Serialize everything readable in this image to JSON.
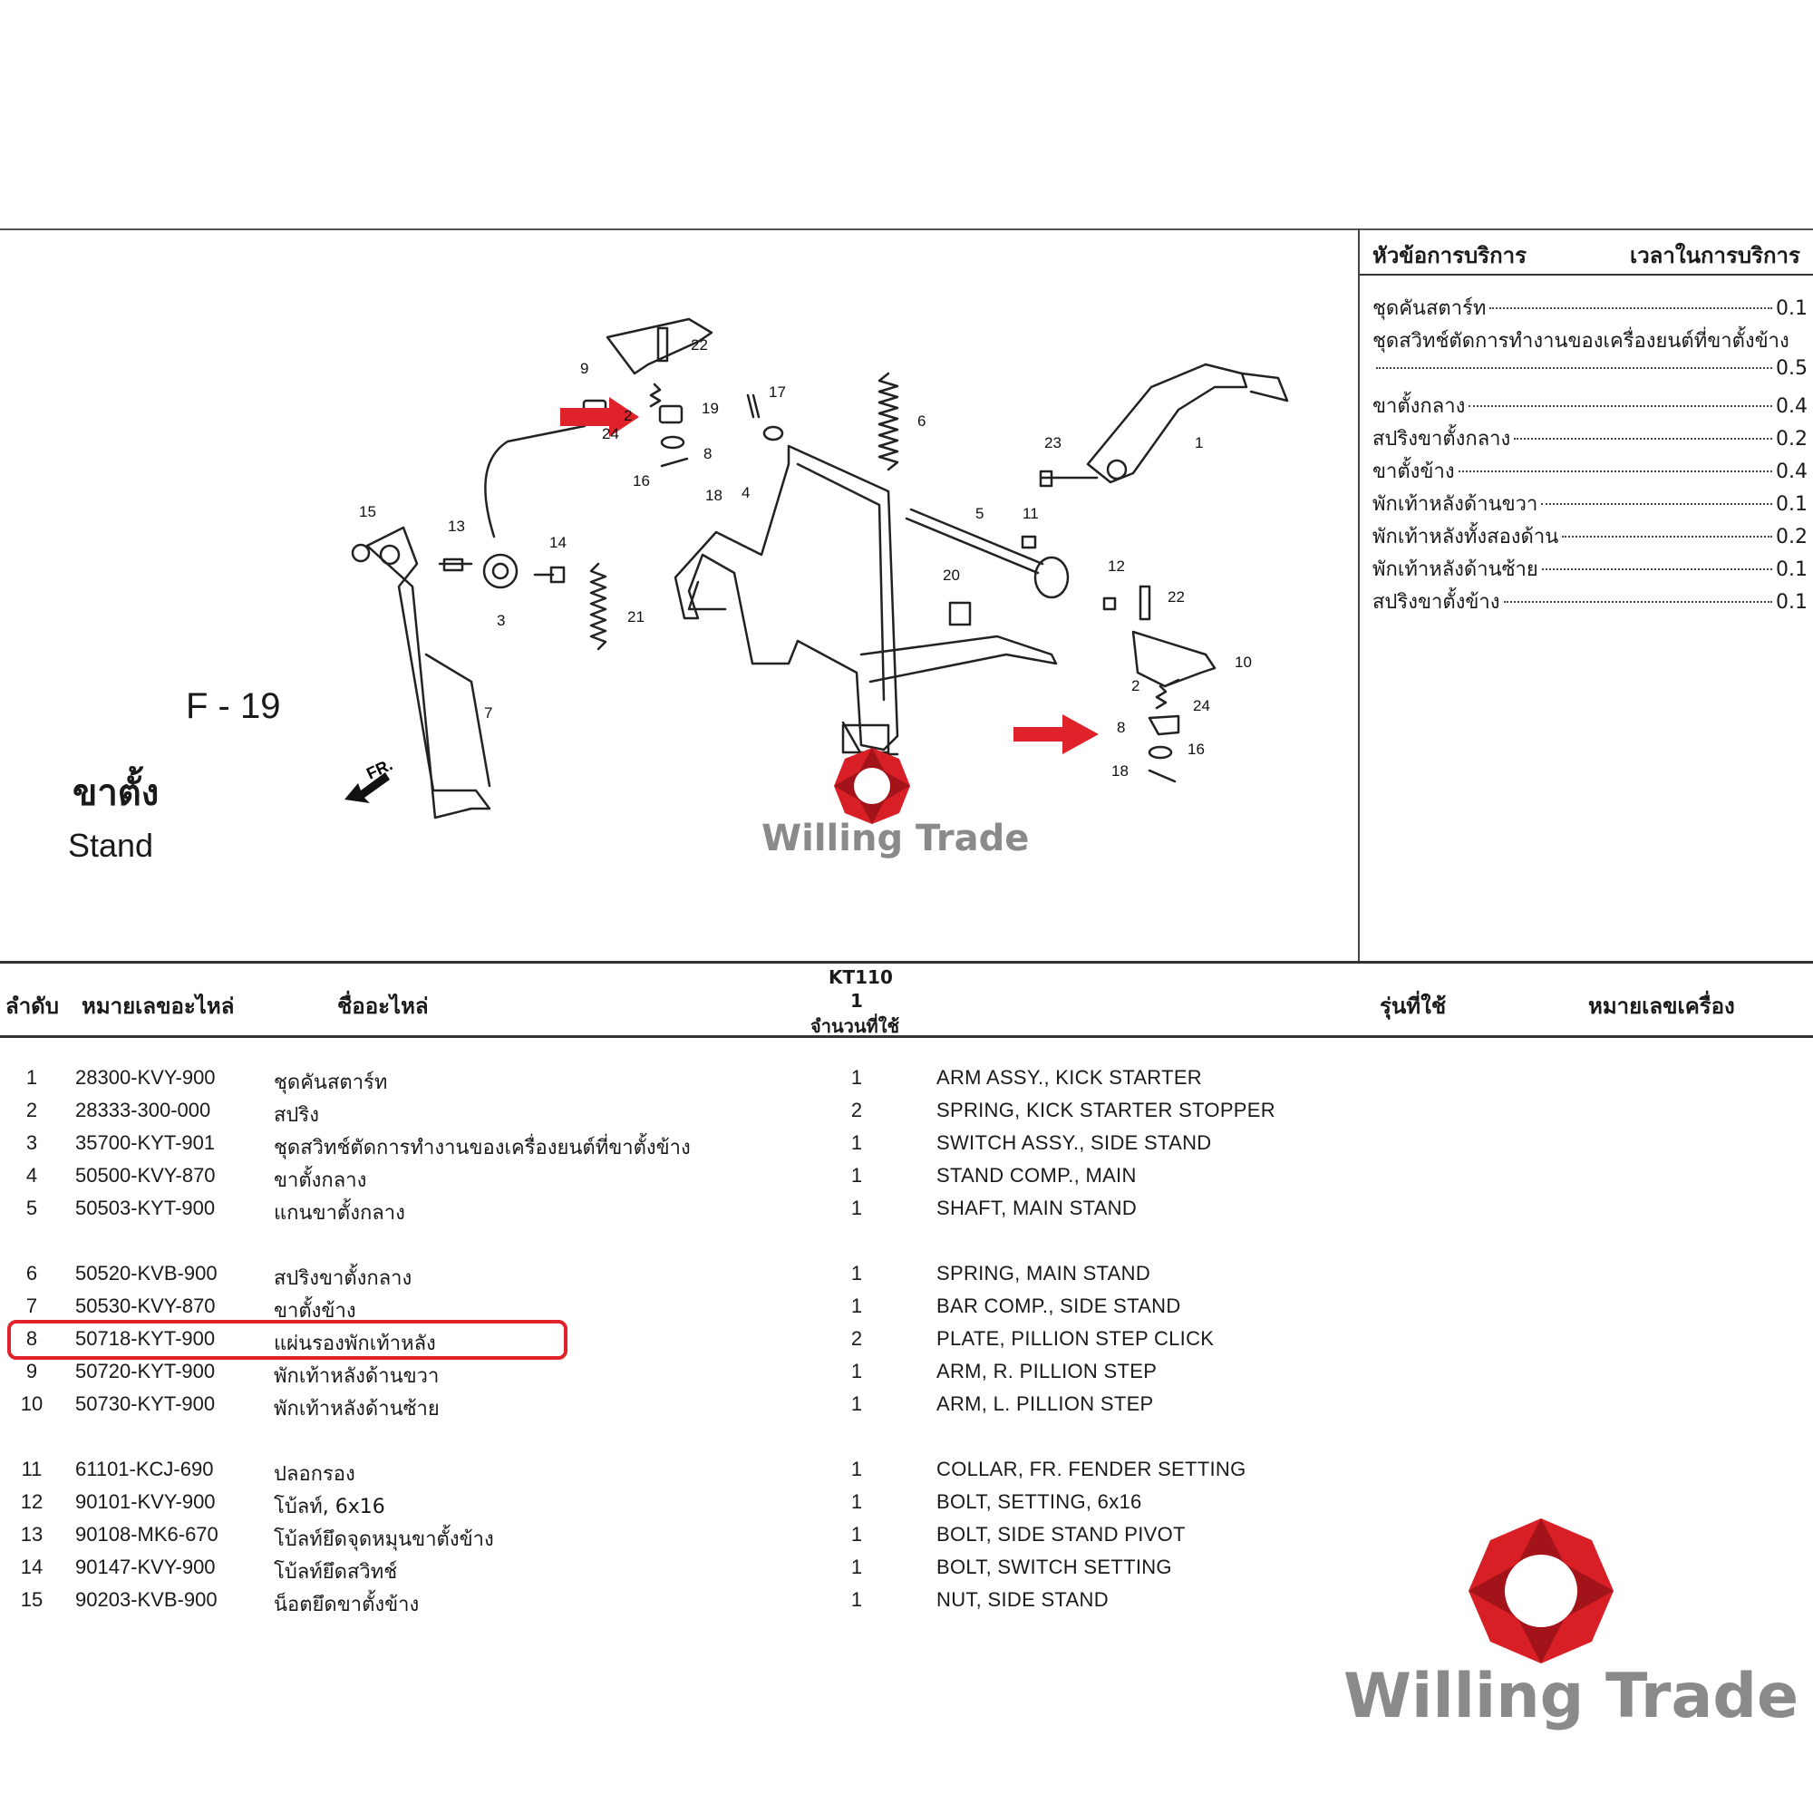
{
  "figure": {
    "code": "F - 19",
    "title_th": "ขาตั้ง",
    "title_en": "Stand",
    "front_label": "FR.",
    "callouts": [
      "1",
      "2",
      "3",
      "4",
      "5",
      "6",
      "7",
      "8",
      "9",
      "10",
      "11",
      "12",
      "13",
      "14",
      "15",
      "16",
      "17",
      "18",
      "19",
      "20",
      "21",
      "22",
      "23",
      "24"
    ]
  },
  "service": {
    "header_topic": "หัวข้อการบริการ",
    "header_time": "เวลาในการบริการ",
    "items": [
      {
        "label": "ชุดคันสตาร์ท",
        "time": "0.1"
      },
      {
        "label": "ชุดสวิทช์ตัดการทำงานของเครื่องยนต์ที่ขาตั้งข้าง",
        "time": ""
      },
      {
        "label": "",
        "time": "0.5"
      },
      {
        "label": "ขาตั้งกลาง",
        "time": "0.4"
      },
      {
        "label": "สปริงขาตั้งกลาง",
        "time": "0.2"
      },
      {
        "label": "ขาตั้งข้าง",
        "time": "0.4"
      },
      {
        "label": "พักเท้าหลังด้านขวา",
        "time": "0.1"
      },
      {
        "label": "พักเท้าหลังทั้งสองด้าน",
        "time": "0.2"
      },
      {
        "label": "พักเท้าหลังด้านซ้าย",
        "time": "0.1"
      },
      {
        "label": "สปริงขาตั้งข้าง",
        "time": "0.1"
      }
    ]
  },
  "table": {
    "headers": {
      "no": "ลำดับ",
      "part_no": "หมายเลขอะไหล่",
      "part_name": "ชื่ออะไหล่",
      "model": "KT110",
      "model_sub": "1",
      "qty": "จำนวนที่ใช้",
      "applicable": "รุ่นที่ใช้",
      "engine_no": "หมายเลขเครื่อง"
    },
    "rows": [
      {
        "no": "1",
        "part_no": "28300-KVY-900",
        "name_th": "ชุดคันสตาร์ท",
        "qty": "1",
        "name_en": "ARM ASSY., KICK STARTER"
      },
      {
        "no": "2",
        "part_no": "28333-300-000",
        "name_th": "สปริง",
        "qty": "2",
        "name_en": "SPRING, KICK STARTER STOPPER"
      },
      {
        "no": "3",
        "part_no": "35700-KYT-901",
        "name_th": "ชุดสวิทช์ตัดการทำงานของเครื่องยนต์ที่ขาตั้งข้าง",
        "qty": "1",
        "name_en": "SWITCH ASSY., SIDE STAND"
      },
      {
        "no": "4",
        "part_no": "50500-KVY-870",
        "name_th": "ขาตั้งกลาง",
        "qty": "1",
        "name_en": "STAND COMP., MAIN"
      },
      {
        "no": "5",
        "part_no": "50503-KYT-900",
        "name_th": "แกนขาตั้งกลาง",
        "qty": "1",
        "name_en": "SHAFT, MAIN STAND"
      },
      {
        "no": "6",
        "part_no": "50520-KVB-900",
        "name_th": "สปริงขาตั้งกลาง",
        "qty": "1",
        "name_en": "SPRING, MAIN STAND"
      },
      {
        "no": "7",
        "part_no": "50530-KVY-870",
        "name_th": "ขาตั้งข้าง",
        "qty": "1",
        "name_en": "BAR COMP., SIDE STAND"
      },
      {
        "no": "8",
        "part_no": "50718-KYT-900",
        "name_th": "แผ่นรองพักเท้าหลัง",
        "qty": "2",
        "name_en": "PLATE, PILLION STEP CLICK"
      },
      {
        "no": "9",
        "part_no": "50720-KYT-900",
        "name_th": "พักเท้าหลังด้านขวา",
        "qty": "1",
        "name_en": "ARM, R. PILLION STEP"
      },
      {
        "no": "10",
        "part_no": "50730-KYT-900",
        "name_th": "พักเท้าหลังด้านซ้าย",
        "qty": "1",
        "name_en": "ARM, L. PILLION STEP"
      },
      {
        "no": "11",
        "part_no": "61101-KCJ-690",
        "name_th": "ปลอกรอง",
        "qty": "1",
        "name_en": "COLLAR, FR. FENDER SETTING"
      },
      {
        "no": "12",
        "part_no": "90101-KVY-900",
        "name_th": "โบ้ลท์, 6x16",
        "qty": "1",
        "name_en": "BOLT, SETTING, 6x16"
      },
      {
        "no": "13",
        "part_no": "90108-MK6-670",
        "name_th": "โบ้ลท์ยึดจุดหมุนขาตั้งข้าง",
        "qty": "1",
        "name_en": "BOLT, SIDE STAND PIVOT"
      },
      {
        "no": "14",
        "part_no": "90147-KVY-900",
        "name_th": "โบ้ลท์ยึดสวิทช์",
        "qty": "1",
        "name_en": "BOLT, SWITCH SETTING"
      },
      {
        "no": "15",
        "part_no": "90203-KVB-900",
        "name_th": "น็อตยึดขาตั้งข้าง",
        "qty": "1",
        "name_en": "NUT, SIDE STAND"
      }
    ]
  },
  "brand": {
    "name": "Willing Trade",
    "color": "#d81f26"
  }
}
